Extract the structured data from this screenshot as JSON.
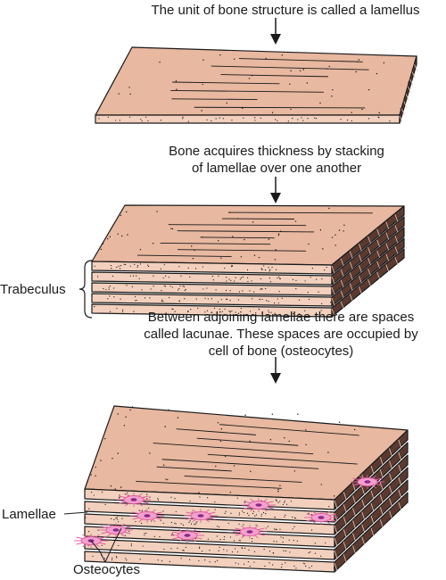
{
  "captions": {
    "step1": "The unit of bone structure is called a lamellus",
    "step2_line1": "Bone acquires thickness by stacking",
    "step2_line2": "of lamellae over one another",
    "step3_line1": "Between adjoining lamellae there are spaces",
    "step3_line2": "called lacunae. These spaces are occupied by",
    "step3_line3": "cell of bone (osteocytes)"
  },
  "labels": {
    "trabeculus": "Trabeculus",
    "lamellae": "Lamellae",
    "osteocytes": "Osteocytes"
  },
  "colors": {
    "lamella_fill": "#e8b8a0",
    "lamella_edge": "#f2d0bd",
    "outline": "#1a1a1a",
    "osteocyte": "#e25ca4",
    "osteocyte_nucleus": "#8a2a8a"
  },
  "figures": {
    "single_lamella_layers": 1,
    "stack_layers": 5,
    "stack_with_cells_layers": 6
  }
}
